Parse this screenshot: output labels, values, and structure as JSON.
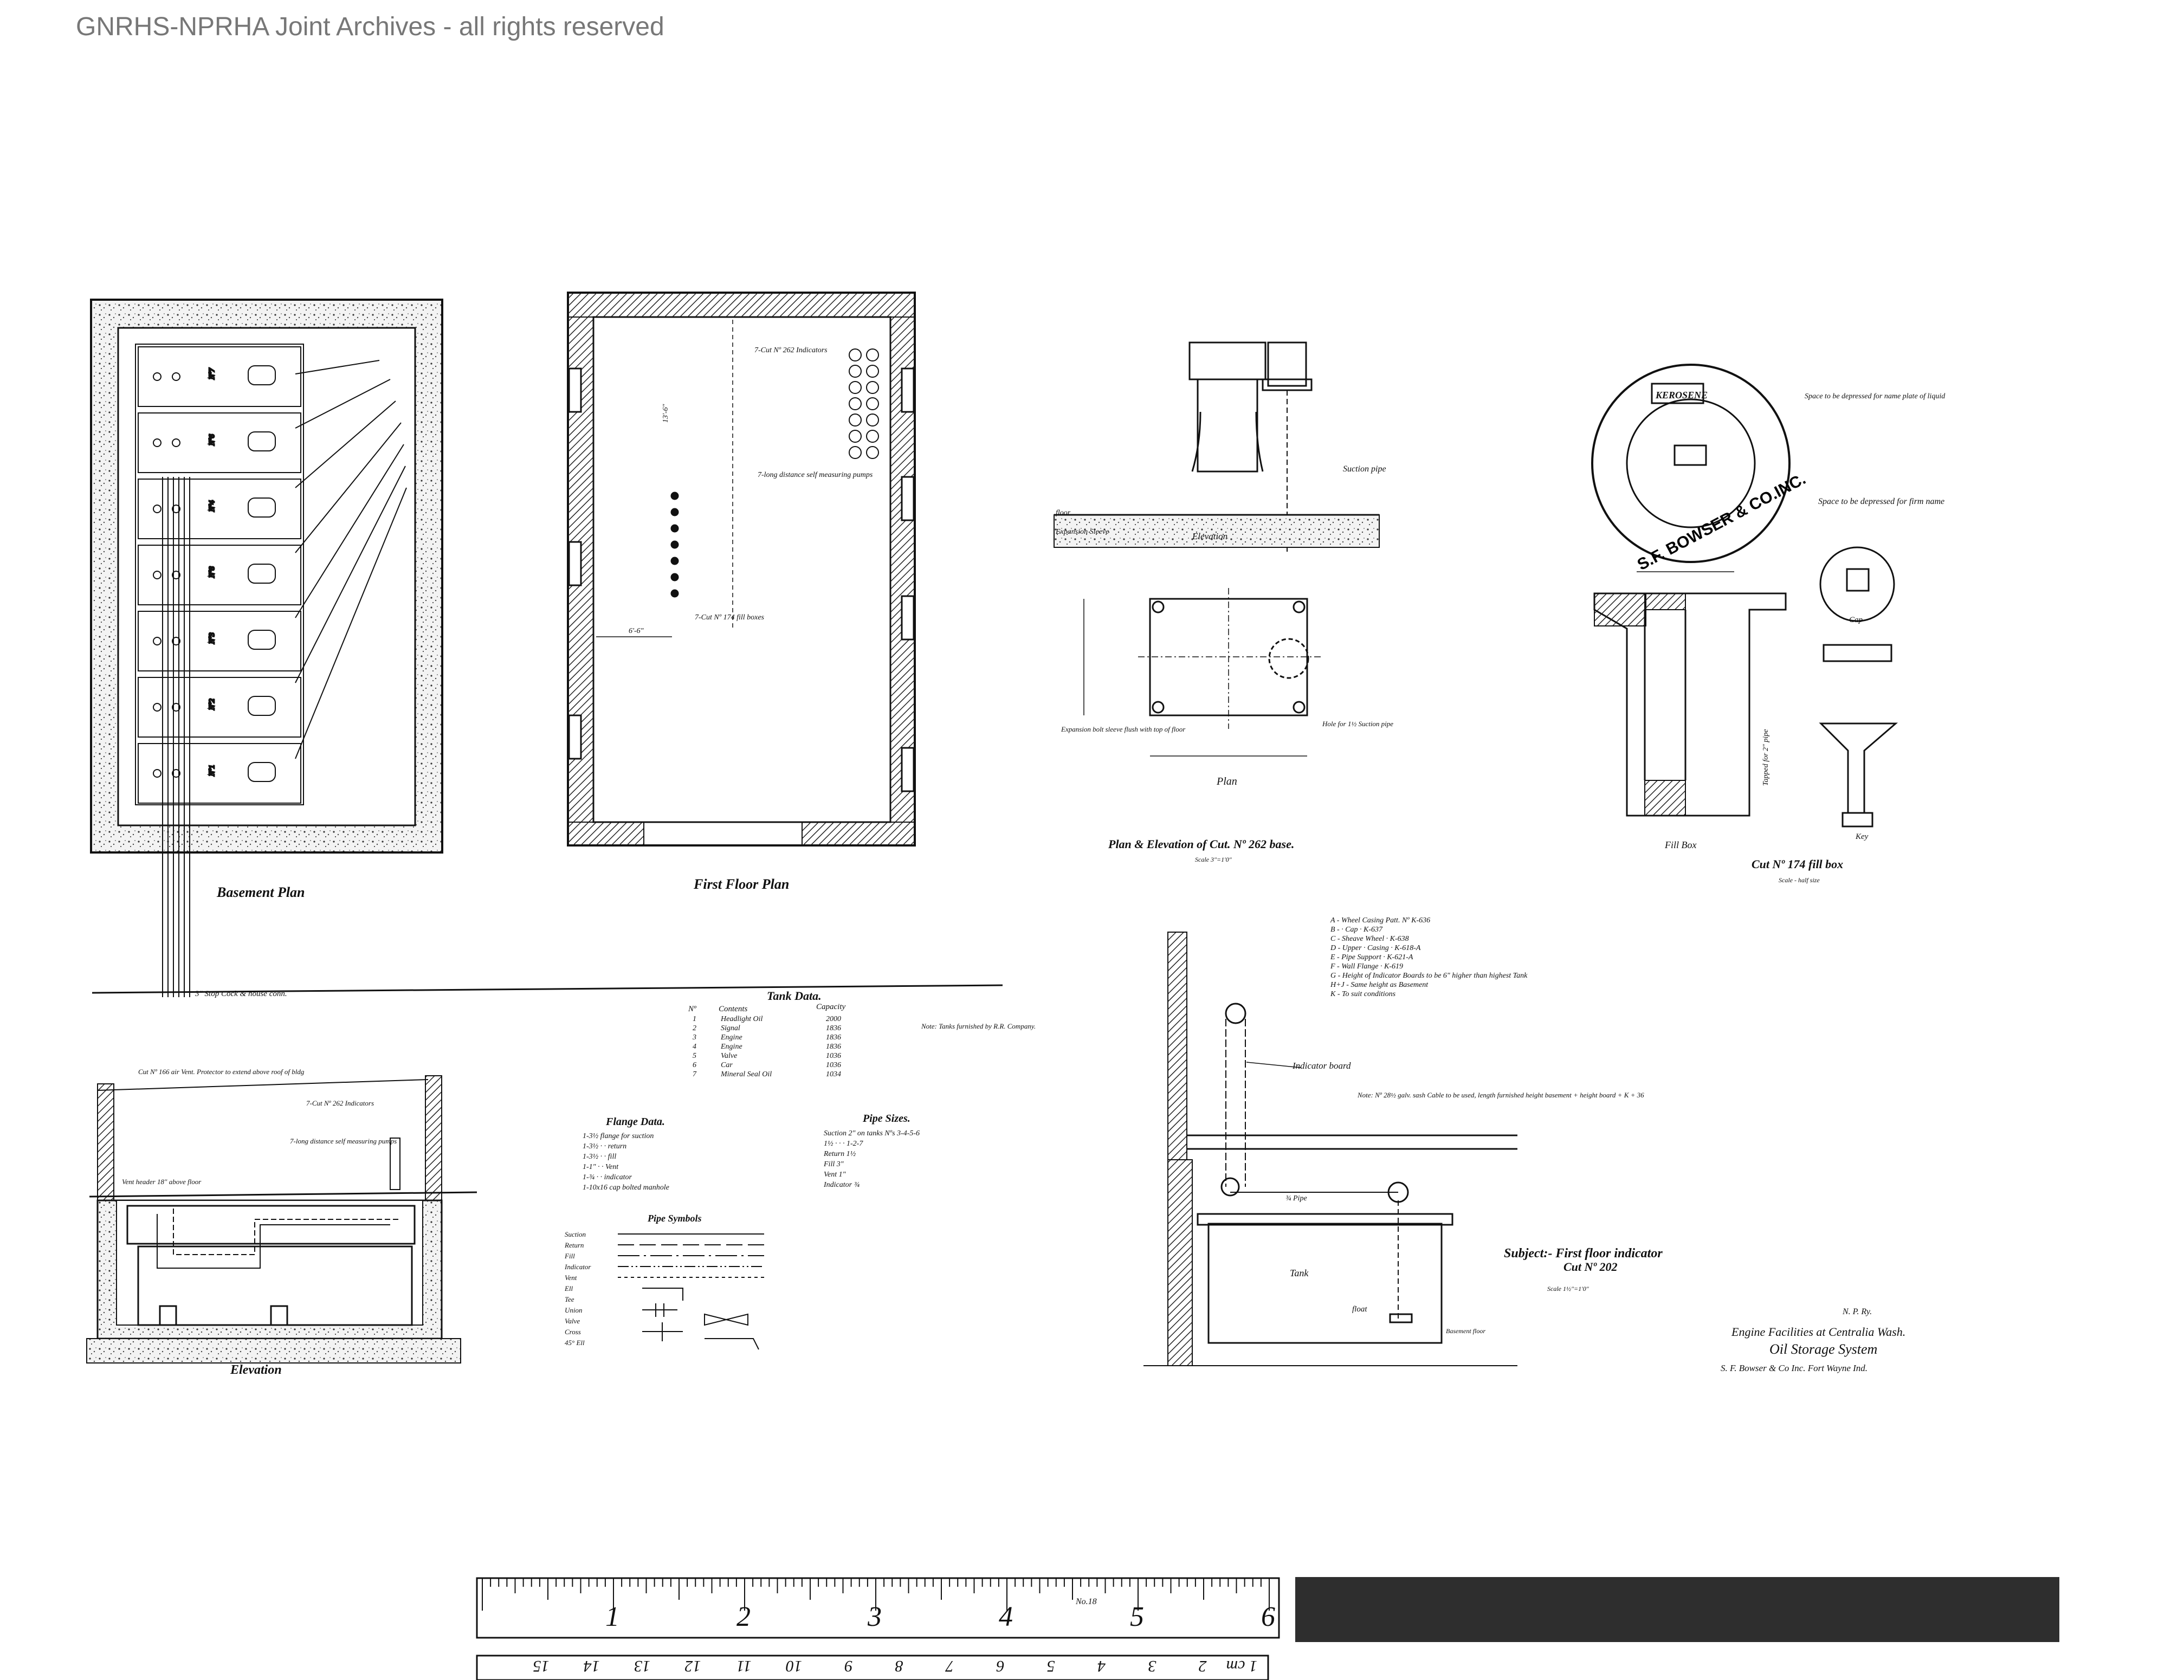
{
  "watermark": "GNRHS-NPRHA Joint Archives - all rights reserved",
  "basement": {
    "title": "Basement Plan",
    "tank_labels": [
      "Nº7",
      "Nº6",
      "Nº4",
      "Nº8",
      "Nº3",
      "Nº2",
      "Nº1"
    ],
    "stop_cock": "3\" Stop Cock & house conn."
  },
  "first_floor": {
    "title": "First Floor Plan",
    "note_indicators": "7-Cut Nº 262 Indicators",
    "note_pumps": "7-long distance self measuring pumps",
    "note_fill": "7-Cut Nº 174 fill boxes",
    "dim_a": "6'-6\"",
    "dim_b": "13'-6\""
  },
  "base": {
    "elevation_label": "Elevation",
    "floor_label": "floor",
    "expansion_sleeve": "Expansion Sleeve",
    "suction_pipe": "Suction pipe",
    "plan_label": "Plan",
    "expansion_note": "Expansion bolt sleeve flush with top of floor",
    "hole_note": "Hole for 1½ Suction pipe",
    "title": "Plan & Elevation of Cut. Nº 262 base.",
    "scale": "Scale 3\"=1'0\""
  },
  "fill_box": {
    "kerosene": "KEROSENE",
    "company": "S.F. BOWSER & CO.INC.",
    "note_name_plate": "Space to be depressed for name plate of liquid",
    "note_firm": "Space to be depressed for firm name",
    "cap_label": "Cap",
    "key_label": "Key",
    "fill_box_label": "Fill Box",
    "tapped": "Tapped for 2\" pipe",
    "title": "Cut Nº 174 fill box",
    "scale": "Scale - half size"
  },
  "tank_data": {
    "title": "Tank Data.",
    "headers": [
      "Nº",
      "Contents",
      "Capacity"
    ],
    "rows": [
      [
        "1",
        "Headlight Oil",
        "2000"
      ],
      [
        "2",
        "Signal",
        "1836"
      ],
      [
        "3",
        "Engine",
        "1836"
      ],
      [
        "4",
        "Engine",
        "1836"
      ],
      [
        "5",
        "Valve",
        "1036"
      ],
      [
        "6",
        "Car",
        "1036"
      ],
      [
        "7",
        "Mineral Seal Oil",
        "1034"
      ]
    ],
    "note": "Note: Tanks furnished by R.R. Company."
  },
  "flange_data": {
    "title": "Flange Data.",
    "rows": [
      "1-3½ flange for suction",
      "1-3½ · · return",
      "1-3½ · · fill",
      "1-1\" · · Vent",
      "1-¾ · · indicator",
      "1-10x16 cap bolted manhole"
    ]
  },
  "pipe_sizes": {
    "title": "Pipe Sizes.",
    "rows": [
      "Suction 2\" on tanks Nºs 3-4-5-6",
      "1½ · · · 1-2-7",
      "Return 1½",
      "Fill 3\"",
      "Vent 1\"",
      "Indicator ¾"
    ]
  },
  "pipe_symbols": {
    "title": "Pipe Symbols",
    "items": [
      "Suction",
      "Return",
      "Fill",
      "Indicator",
      "Vent",
      "Ell",
      "Tee",
      "Union",
      "Valve",
      "Cross",
      "45° Ell"
    ]
  },
  "elevation": {
    "title": "Elevation",
    "vent_note": "Cut Nº 166 air Vent. Protector to extend above roof of bldg",
    "indicators": "7-Cut Nº 262 Indicators",
    "pumps": "7-long distance self measuring pumps",
    "vent_header": "Vent header 18\" above floor"
  },
  "indicator": {
    "legend": [
      "A - Wheel Casing Patt. Nº K-636",
      "B - · Cap · K-637",
      "C - Sheave Wheel · K-638",
      "D - Upper · Casing · K-618-A",
      "E - Pipe Support · K-621-A",
      "F - Wall Flange · K-619",
      "G - Height of Indicator Boards to be 6\" higher than highest Tank",
      "H+J - Same height as Basement",
      "K - To suit conditions"
    ],
    "board_label": "Indicator board",
    "note": "Note: Nº 28½ galv. sash Cable to be used, length furnished height basement + height board + K + 36",
    "pipe_label": "¾ Pipe",
    "tank_label": "Tank",
    "float_label": "float",
    "basement_floor": "Basement floor",
    "subject": "Subject:- First floor indicator",
    "cut": "Cut Nº 202",
    "scale": "Scale 1½\"=1'0\""
  },
  "title_block": {
    "railway": "N. P. Ry.",
    "line1": "Engine Facilities at Centralia Wash.",
    "line2": "Oil Storage System",
    "line3": "S. F. Bowser & Co Inc. Fort Wayne Ind."
  },
  "ruler": {
    "inches": [
      "1",
      "2",
      "3",
      "4",
      "5",
      "6"
    ],
    "cm": [
      "1 cm",
      "2",
      "3",
      "4",
      "5",
      "6",
      "7",
      "8",
      "9",
      "10",
      "11",
      "12",
      "13",
      "14",
      "15"
    ],
    "model": "No.18"
  }
}
